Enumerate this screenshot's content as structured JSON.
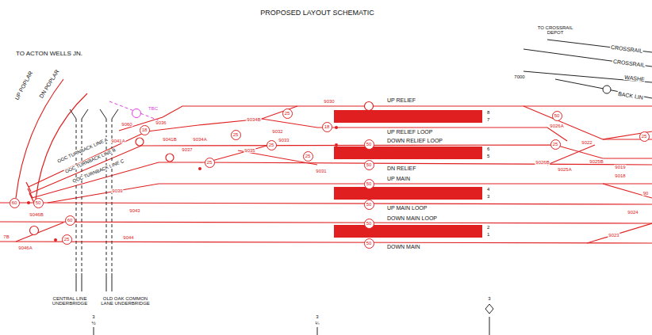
{
  "diagram": {
    "title": "PROPOSED LAYOUT SCHEMATIC",
    "nodes": [
      {
        "text": [
          "18"
        ]
      },
      {
        "text": [
          "25"
        ]
      },
      {
        "text": [
          "25"
        ]
      },
      {
        "text": [
          "18"
        ]
      },
      {
        "text": [
          "25"
        ]
      },
      {
        "text": [
          "25"
        ]
      },
      {
        "text": [
          "25"
        ]
      },
      {
        "text": [
          "50"
        ]
      },
      {
        "text": [
          "50"
        ]
      },
      {
        "text": [
          "50"
        ]
      },
      {
        "text": [
          "50"
        ]
      },
      {
        "text": [
          "50"
        ]
      },
      {
        "text": [
          "50"
        ]
      },
      {
        "text": [
          "50"
        ]
      },
      {
        "text": [
          "25"
        ]
      },
      {
        "text": [
          "25"
        ]
      },
      {
        "text": [
          "60"
        ]
      },
      {
        "text": [
          "50"
        ]
      },
      {
        "text": [
          "60"
        ]
      },
      {
        "text": [
          "25"
        ]
      }
    ],
    "labels": [
      "TO ACTON WELLS JN.",
      "UP POPLAR",
      "DN POPLAR",
      "TO CROSSRAIL DEPOT",
      "CROSSRAIL",
      "CROSSRAIL",
      "WASHE",
      "BACK LIN",
      "7000",
      "TBC",
      "9030",
      "UP RELIEF",
      "9034B",
      "9060",
      "9036",
      "9032",
      "UP RELIEF LOOP",
      "9041A",
      "9041B",
      "9034A",
      "9033",
      "DOWN RELIEF LOOP",
      "9037",
      "9035",
      "9031",
      "DN RELIEF",
      "UP MAIN",
      "OOC TURNBACK LINE A",
      "OOC TURNBACK LINE B",
      "OOC TURNBACK LINE C",
      "9039",
      "9043",
      "UP MAIN LOOP",
      "DOWN MAIN LOOP",
      "9046B",
      "7B",
      "9046A",
      "9044",
      "DOWN MAIN",
      "8",
      "7",
      "6",
      "5",
      "4",
      "3",
      "2",
      "1",
      "9026A",
      "9022",
      "9026B",
      "9025A",
      "9025B",
      "9019",
      "9018",
      "90",
      "9024",
      "9023",
      "CENTRAL LINE UNDERBRIDGE",
      "OLD OAK COMMON LANE UNDERBRIDGE",
      "3",
      "½",
      "3",
      "¼",
      "3"
    ]
  }
}
